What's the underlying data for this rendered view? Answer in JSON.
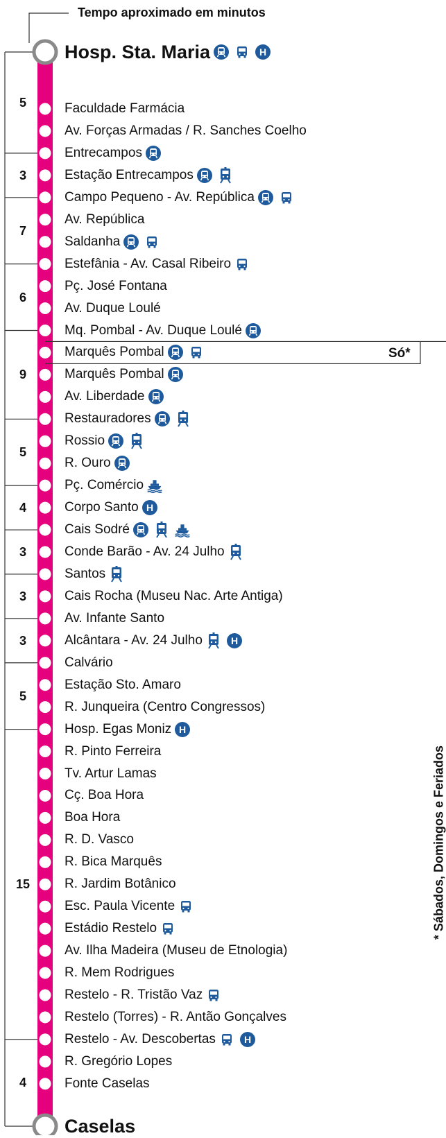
{
  "header_note": "Tempo aproximado em minutos",
  "footnote": "* Sábados, Domingos e Feriados",
  "weekend_tag": "Só*",
  "colors": {
    "line": "#e5007e",
    "icon": "#1f5b9c",
    "stroke": "#333333",
    "terminal_ring": "#8a8a8a"
  },
  "stops": [
    {
      "name": "Hosp. Sta. Maria",
      "icons": [
        "metro-icon",
        "bus-icon",
        "hospital-icon"
      ],
      "terminal": true
    },
    {
      "name": "Faculdade Farmácia",
      "icons": []
    },
    {
      "name": "Av. Forças Armadas / R. Sanches Coelho",
      "icons": []
    },
    {
      "name": "Entrecampos",
      "icons": [
        "metro-icon"
      ]
    },
    {
      "name": "Estação Entrecampos",
      "icons": [
        "metro-icon",
        "train-icon"
      ]
    },
    {
      "name": "Campo Pequeno - Av. República",
      "icons": [
        "metro-icon",
        "bus-icon"
      ]
    },
    {
      "name": "Av. República",
      "icons": []
    },
    {
      "name": "Saldanha",
      "icons": [
        "metro-icon",
        "bus-icon"
      ]
    },
    {
      "name": "Estefânia - Av. Casal Ribeiro",
      "icons": [
        "bus-icon"
      ]
    },
    {
      "name": "Pç. José Fontana",
      "icons": []
    },
    {
      "name": "Av. Duque Loulé",
      "icons": []
    },
    {
      "name": "Mq. Pombal - Av. Duque Loulé",
      "icons": [
        "metro-icon"
      ]
    },
    {
      "name": "Marquês Pombal",
      "icons": [
        "metro-icon",
        "bus-icon"
      ],
      "weekend_only": true
    },
    {
      "name": "Marquês Pombal",
      "icons": [
        "metro-icon"
      ]
    },
    {
      "name": "Av. Liberdade",
      "icons": [
        "metro-icon"
      ]
    },
    {
      "name": "Restauradores",
      "icons": [
        "metro-icon",
        "train-icon"
      ]
    },
    {
      "name": "Rossio",
      "icons": [
        "metro-icon",
        "train-icon"
      ]
    },
    {
      "name": "R. Ouro",
      "icons": [
        "metro-icon"
      ]
    },
    {
      "name": "Pç. Comércio",
      "icons": [
        "ferry-icon"
      ]
    },
    {
      "name": "Corpo Santo",
      "icons": [
        "hospital-icon"
      ]
    },
    {
      "name": "Cais Sodré",
      "icons": [
        "metro-icon",
        "train-icon",
        "ferry-icon"
      ]
    },
    {
      "name": "Conde Barão - Av. 24 Julho",
      "icons": [
        "train-icon"
      ]
    },
    {
      "name": "Santos",
      "icons": [
        "train-icon"
      ]
    },
    {
      "name": "Cais Rocha (Museu Nac. Arte Antiga)",
      "icons": []
    },
    {
      "name": "Av. Infante Santo",
      "icons": []
    },
    {
      "name": "Alcântara - Av. 24 Julho",
      "icons": [
        "train-icon",
        "hospital-icon"
      ]
    },
    {
      "name": "Calvário",
      "icons": []
    },
    {
      "name": "Estação Sto. Amaro",
      "icons": []
    },
    {
      "name": "R. Junqueira (Centro Congressos)",
      "icons": []
    },
    {
      "name": "Hosp. Egas Moniz",
      "icons": [
        "hospital-icon"
      ]
    },
    {
      "name": "R. Pinto Ferreira",
      "icons": []
    },
    {
      "name": "Tv. Artur Lamas",
      "icons": []
    },
    {
      "name": "Cç. Boa Hora",
      "icons": []
    },
    {
      "name": "Boa Hora",
      "icons": []
    },
    {
      "name": "R. D. Vasco",
      "icons": []
    },
    {
      "name": "R. Bica Marquês",
      "icons": []
    },
    {
      "name": "R. Jardim Botânico",
      "icons": []
    },
    {
      "name": "Esc. Paula Vicente",
      "icons": [
        "bus-icon"
      ]
    },
    {
      "name": "Estádio Restelo",
      "icons": [
        "bus-icon"
      ]
    },
    {
      "name": "Av. Ilha Madeira (Museu de Etnologia)",
      "icons": []
    },
    {
      "name": "R. Mem Rodrigues",
      "icons": []
    },
    {
      "name": "Restelo - R. Tristão Vaz",
      "icons": [
        "bus-icon"
      ]
    },
    {
      "name": "Restelo (Torres) - R. Antão Gonçalves",
      "icons": []
    },
    {
      "name": "Restelo - Av. Descobertas",
      "icons": [
        "bus-icon",
        "hospital-icon"
      ]
    },
    {
      "name": "R. Gregório Lopes",
      "icons": []
    },
    {
      "name": "Fonte Caselas",
      "icons": []
    },
    {
      "name": "Caselas",
      "icons": [],
      "terminal": true
    }
  ],
  "segments": [
    {
      "minutes": "5",
      "from": 0,
      "to": 3
    },
    {
      "minutes": "3",
      "from": 3,
      "to": 5
    },
    {
      "minutes": "7",
      "from": 5,
      "to": 8
    },
    {
      "minutes": "6",
      "from": 8,
      "to": 11
    },
    {
      "minutes": "9",
      "from": 11,
      "to": 15
    },
    {
      "minutes": "5",
      "from": 15,
      "to": 18
    },
    {
      "minutes": "4",
      "from": 18,
      "to": 20
    },
    {
      "minutes": "3",
      "from": 20,
      "to": 22
    },
    {
      "minutes": "3",
      "from": 22,
      "to": 24
    },
    {
      "minutes": "3",
      "from": 24,
      "to": 26
    },
    {
      "minutes": "5",
      "from": 26,
      "to": 29
    },
    {
      "minutes": "15",
      "from": 29,
      "to": 43
    },
    {
      "minutes": "4",
      "from": 43,
      "to": 46
    }
  ]
}
